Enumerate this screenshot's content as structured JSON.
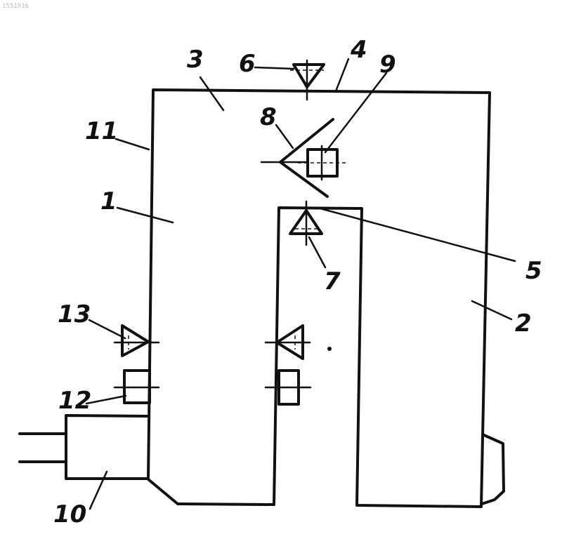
{
  "document": {
    "corner_stamp": "1551016"
  },
  "labels": {
    "l1": "1",
    "l2": "2",
    "l3": "3",
    "l4": "4",
    "l5": "5",
    "l6": "6",
    "l7": "7",
    "l8": "8",
    "l9": "9",
    "l10": "10",
    "l11": "11",
    "l12": "12",
    "l13": "13"
  },
  "colors": {
    "ink": "#111111",
    "paper": "#ffffff"
  }
}
